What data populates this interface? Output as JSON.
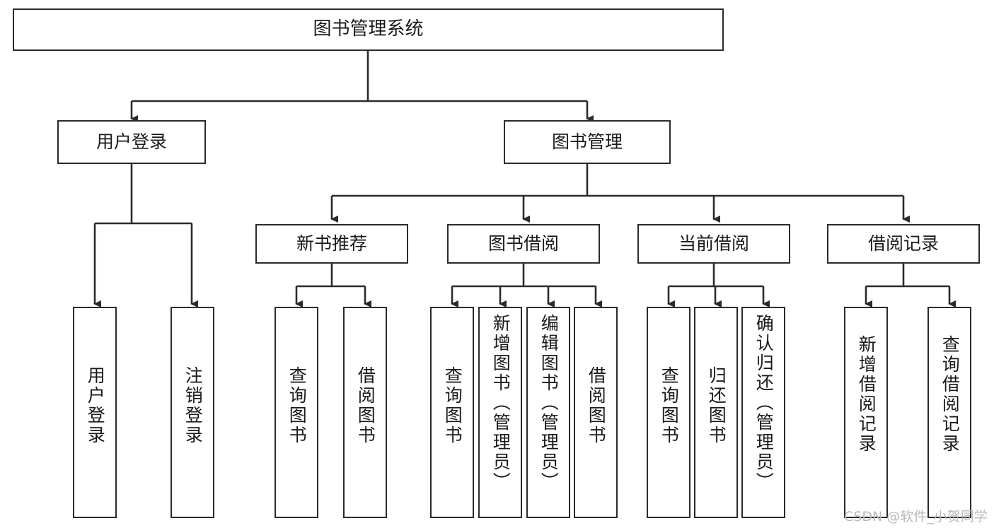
{
  "diagram": {
    "title": "图书管理系统",
    "type": "tree",
    "colors": {
      "stroke": "#2b2b2b",
      "fill": "#ffffff",
      "text": "#1a1a1a",
      "watermark": "#b9b9b9",
      "background": "#ffffff"
    },
    "watermark": "CSDN @软件_小贺同学",
    "nodes": {
      "root": {
        "label": "图书管理系统"
      },
      "level2": [
        {
          "id": "user-login",
          "label": "用户登录"
        },
        {
          "id": "book-manage",
          "label": "图书管理"
        }
      ],
      "level3": [
        {
          "id": "new-book-recommend",
          "label": "新书推荐"
        },
        {
          "id": "book-borrow",
          "label": "图书借阅"
        },
        {
          "id": "current-borrow",
          "label": "当前借阅"
        },
        {
          "id": "borrow-record",
          "label": "借阅记录"
        }
      ],
      "leaves": [
        {
          "id": "leaf-user-login",
          "label": "用户登录",
          "parent": "user-login"
        },
        {
          "id": "leaf-logout-login",
          "label": "注销登录",
          "parent": "user-login"
        },
        {
          "id": "leaf-query-book-1",
          "label": "查询图书",
          "parent": "new-book-recommend"
        },
        {
          "id": "leaf-borrow-book-1",
          "label": "借阅图书",
          "parent": "new-book-recommend"
        },
        {
          "id": "leaf-query-book-2",
          "label": "查询图书",
          "parent": "book-borrow"
        },
        {
          "id": "leaf-add-book",
          "label": "新增图书（管理员）",
          "parent": "book-borrow"
        },
        {
          "id": "leaf-edit-book",
          "label": "编辑图书（管理员）",
          "parent": "book-borrow"
        },
        {
          "id": "leaf-borrow-book-2",
          "label": "借阅图书",
          "parent": "book-borrow"
        },
        {
          "id": "leaf-query-book-3",
          "label": "查询图书",
          "parent": "current-borrow"
        },
        {
          "id": "leaf-return-book",
          "label": "归还图书",
          "parent": "current-borrow"
        },
        {
          "id": "leaf-confirm-return",
          "label": "确认归还（管理员）",
          "parent": "current-borrow"
        },
        {
          "id": "leaf-add-record",
          "label": "新增借阅记录",
          "parent": "borrow-record"
        },
        {
          "id": "leaf-query-record",
          "label": "查询借阅记录",
          "parent": "borrow-record"
        }
      ]
    }
  }
}
